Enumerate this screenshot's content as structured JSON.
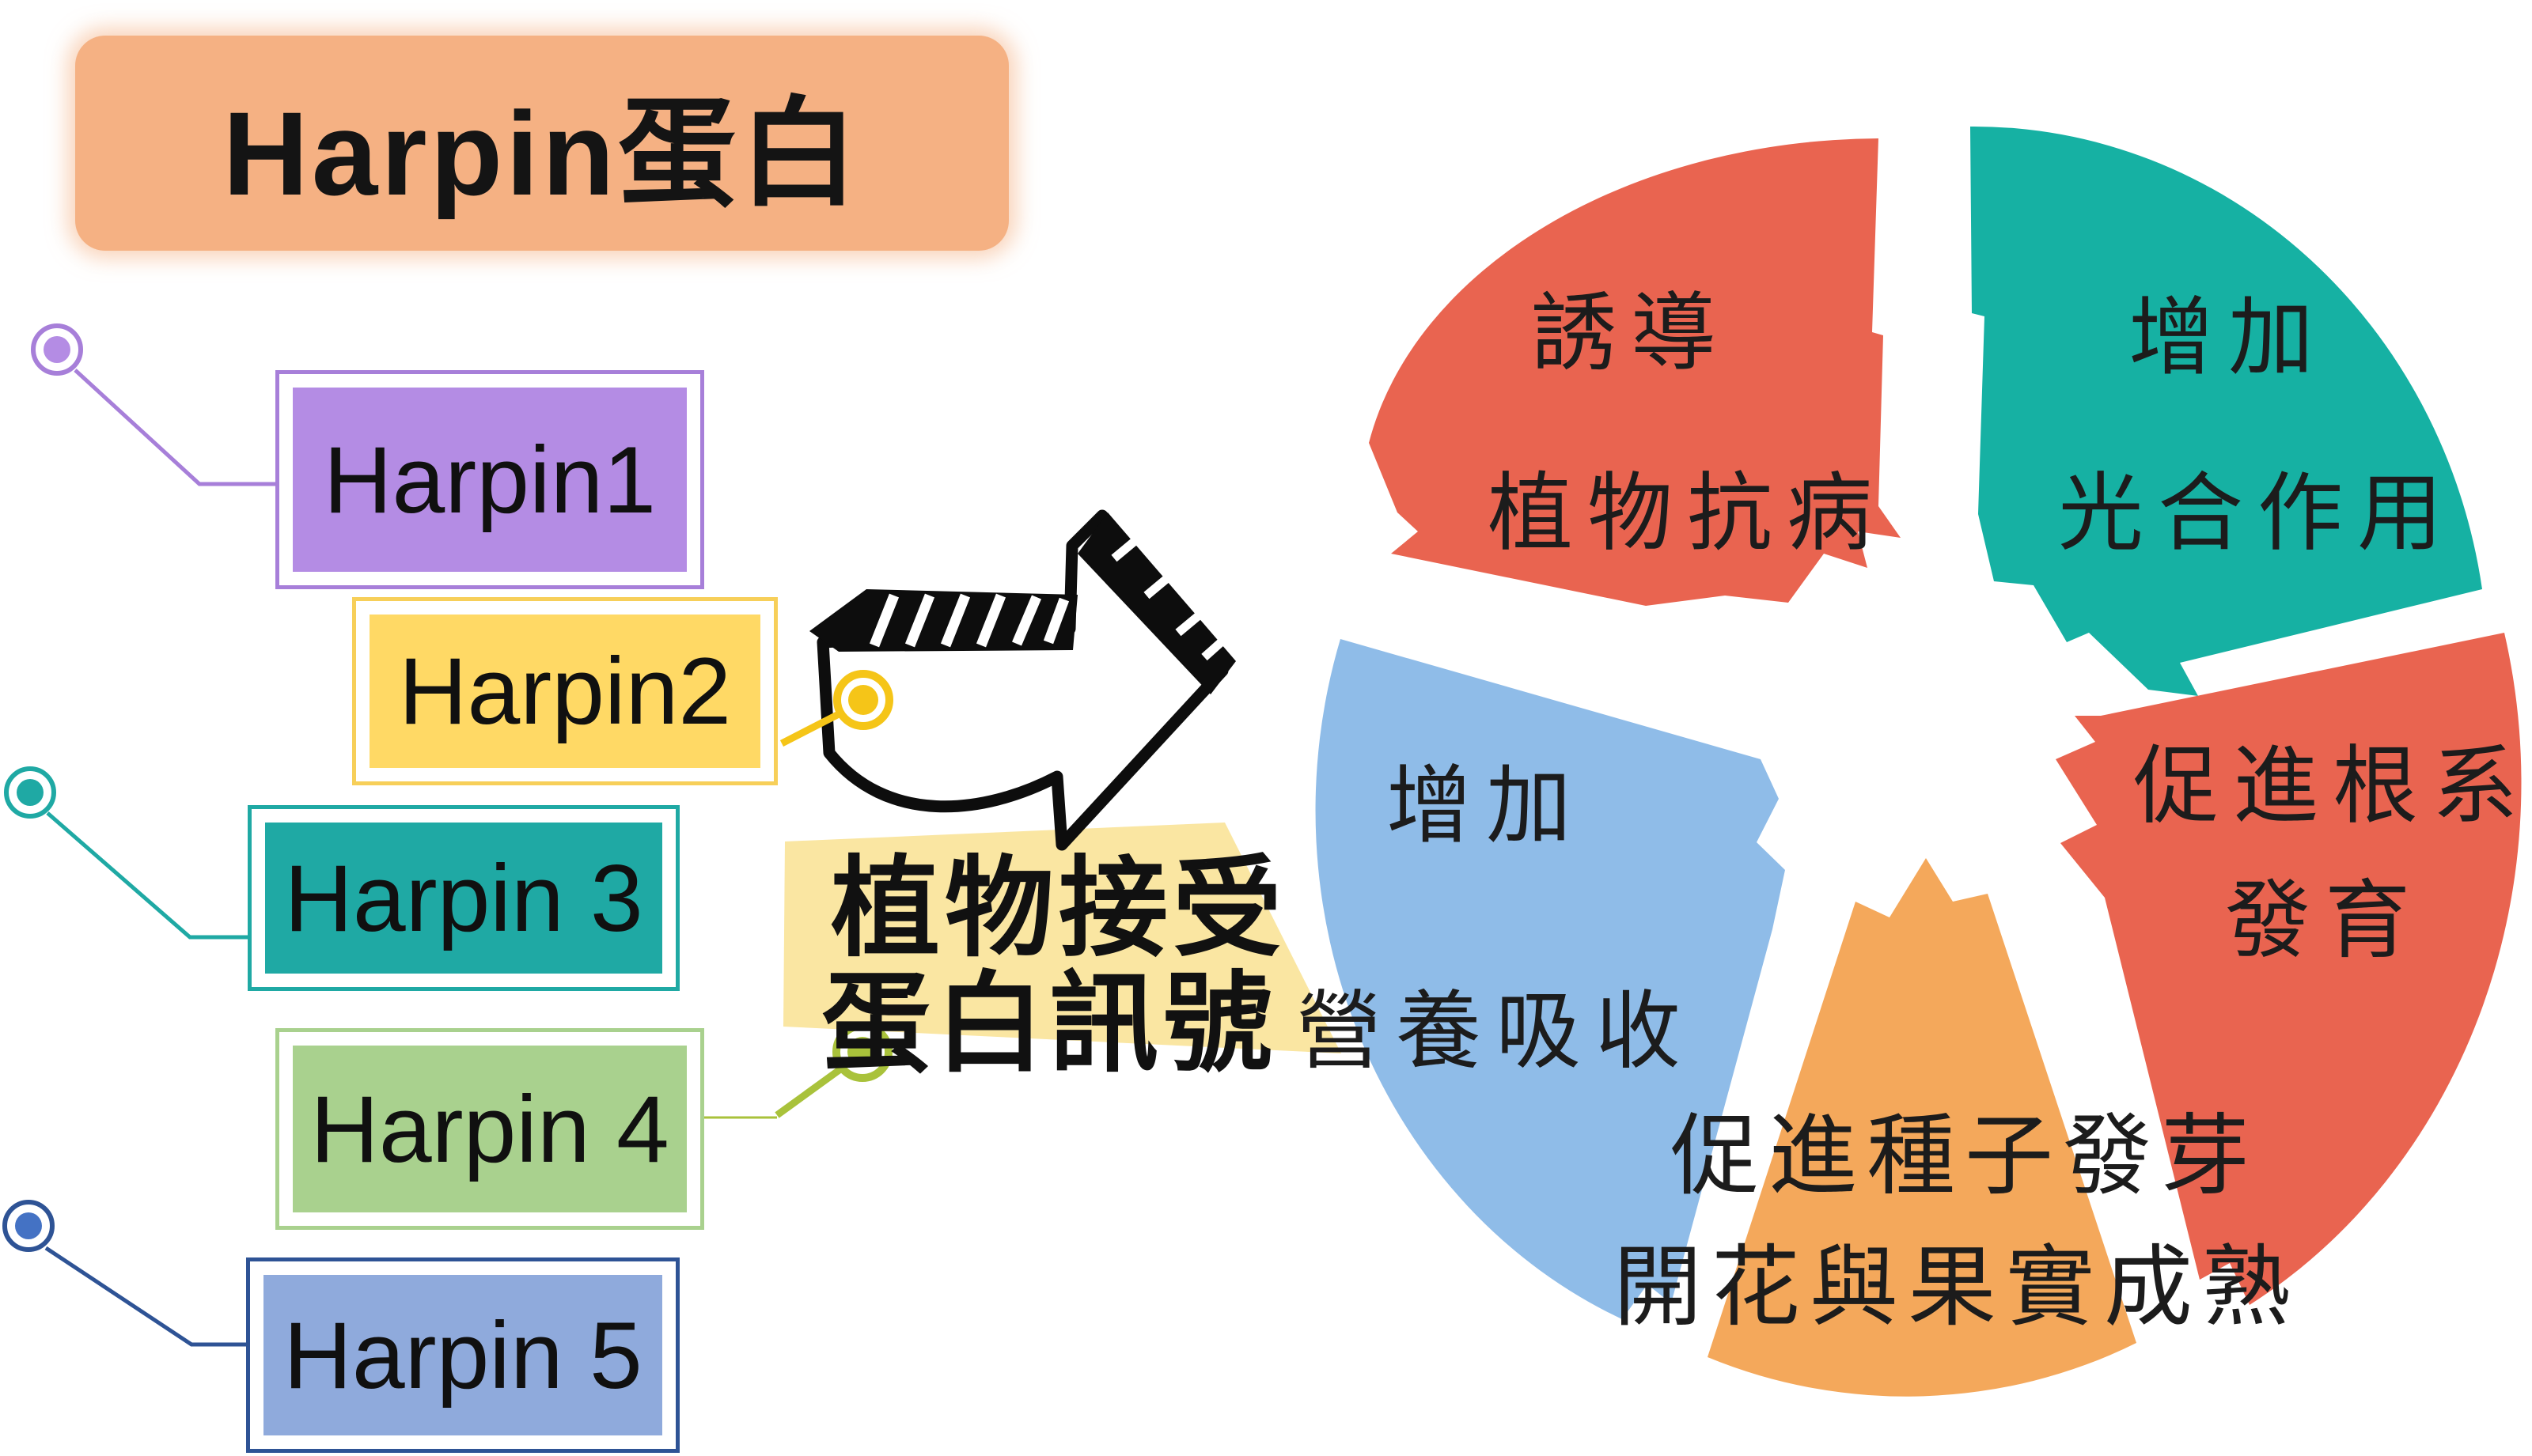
{
  "title": "Harpin蛋白",
  "proteins": [
    {
      "label": "Harpin1",
      "color": "#b48ce4",
      "ring": "#a77fd9",
      "dot": "#b48ce4",
      "line": "#a77fd9"
    },
    {
      "label": "Harpin2",
      "color": "#ffd965",
      "ring": "#f5c518",
      "dot": "#f5c518",
      "line": "#f5c518"
    },
    {
      "label": "Harpin 3",
      "color": "#1fa9a4",
      "ring": "#1fa9a4",
      "dot": "#1fa9a4",
      "line": "#1fa9a4"
    },
    {
      "label": "Harpin 4",
      "color": "#a9d18e",
      "ring": "#a9c23b",
      "dot": "#a9c23b",
      "line": "#a9c23b"
    },
    {
      "label": "Harpin 5",
      "color": "#8faadc",
      "ring": "#2e5395",
      "dot": "#4472c4",
      "line": "#2e5395"
    }
  ],
  "note": {
    "line1": "植物接受",
    "line2": "蛋白訊號",
    "highlight": "#fae6a2"
  },
  "chart_data": {
    "type": "pie",
    "legend": "none",
    "segments": [
      {
        "label": "誘導植物抗病",
        "lines": [
          "誘導",
          "植物抗病"
        ],
        "color": "#e96450"
      },
      {
        "label": "增加光合作用",
        "lines": [
          "增加",
          "光合作用"
        ],
        "color": "#16b1a3"
      },
      {
        "label": "促進根系發育",
        "lines": [
          "促進根系",
          "發育"
        ],
        "color": "#e96450"
      },
      {
        "label": "促進種子發芽開花與果實成熟",
        "lines": [
          "促進種子發芽",
          "開花與果實成熟"
        ],
        "color": "#f4a85b"
      },
      {
        "label": "增加營養吸收",
        "lines": [
          "增加",
          "營養吸收"
        ],
        "color": "#8fbce8"
      }
    ]
  }
}
